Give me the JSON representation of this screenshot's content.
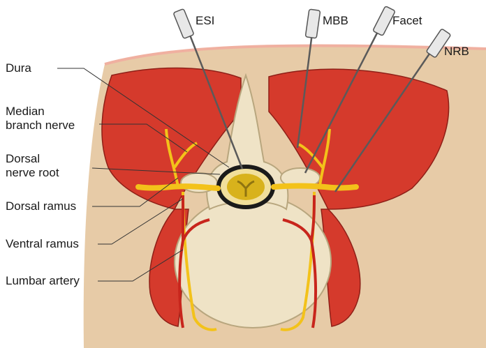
{
  "needles": [
    {
      "id": "esi",
      "label": "ESI"
    },
    {
      "id": "mbb",
      "label": "MBB"
    },
    {
      "id": "facet",
      "label": "Facet"
    },
    {
      "id": "nrb",
      "label": "NRB"
    }
  ],
  "labels": {
    "dura": "Dura",
    "median_branch_nerve": [
      "Median",
      "branch nerve"
    ],
    "dorsal_nerve_root": [
      "Dorsal",
      "nerve root"
    ],
    "dorsal_ramus": "Dorsal ramus",
    "ventral_ramus": "Ventral ramus",
    "lumbar_artery": "Lumbar artery"
  },
  "colors": {
    "skin": "#e7cba7",
    "muscle": "#d53a2c",
    "bone": "#efe3c6",
    "cord": "#d8b21c",
    "dura": "#1a1a1a",
    "nerve": "#f3c21a",
    "artery": "#c8251c",
    "needle": "#5a5a5a"
  }
}
